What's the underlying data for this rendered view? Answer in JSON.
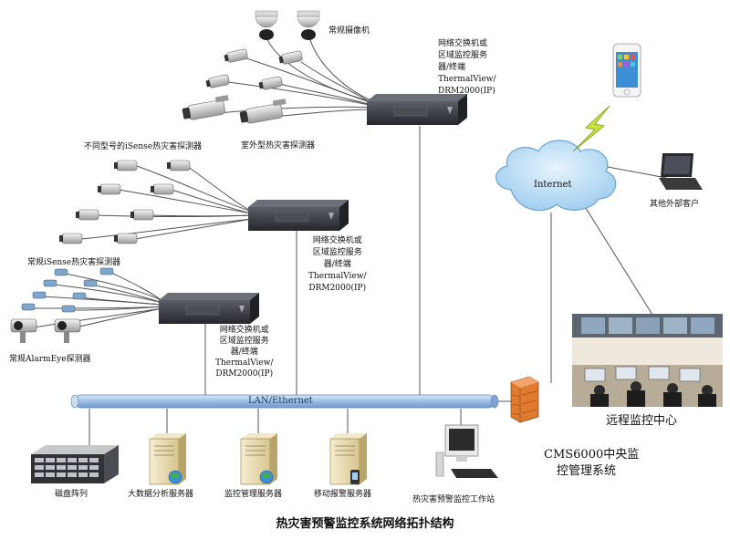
{
  "title": "热灾害预警监控系统网络拓扑结构",
  "groups": {
    "conventional_camera": "常规摄像机",
    "outdoor_thermal": "室外型热灾害探测器",
    "isense_models": "不同型号的iSense热灾害探测器",
    "isense_regular": "常规iSense热灾害探测器",
    "alarmeye": "常规AlarmEye探测器"
  },
  "switch_labels": {
    "top": "网络交换机或\n区域监控服务\n器/终端\nThermalView/\nDRM2000(IP)",
    "middle": "网络交换机或\n区域监控服务\n器/终端\nThermalView/\nDRM2000(IP)",
    "bottom": "网络交换机或\n区域监控服务\n器/终端\nThermalView/\nDRM2000(IP)"
  },
  "network": {
    "lan": "LAN/Ethernet",
    "internet": "Internet",
    "other_clients": "其他外部客户",
    "remote_center": "远程监控中心",
    "cms_line1": "CMS6000中央监",
    "cms_line2": "控管理系统"
  },
  "servers": {
    "disk_array": "磁盘阵列",
    "bigdata": "大数据分析服务器",
    "monitor_mgmt": "监控管理服务器",
    "mobile_alarm": "移动报警服务器",
    "workstation": "热灾害预警监控工作站"
  },
  "colors": {
    "bus": "#a9c7e8",
    "cloud": "#bfe0f7",
    "firewall": "#e07a2f",
    "lightning": "#c6e53c",
    "server": "#e9d9a6",
    "rack": "#3a3d44"
  }
}
